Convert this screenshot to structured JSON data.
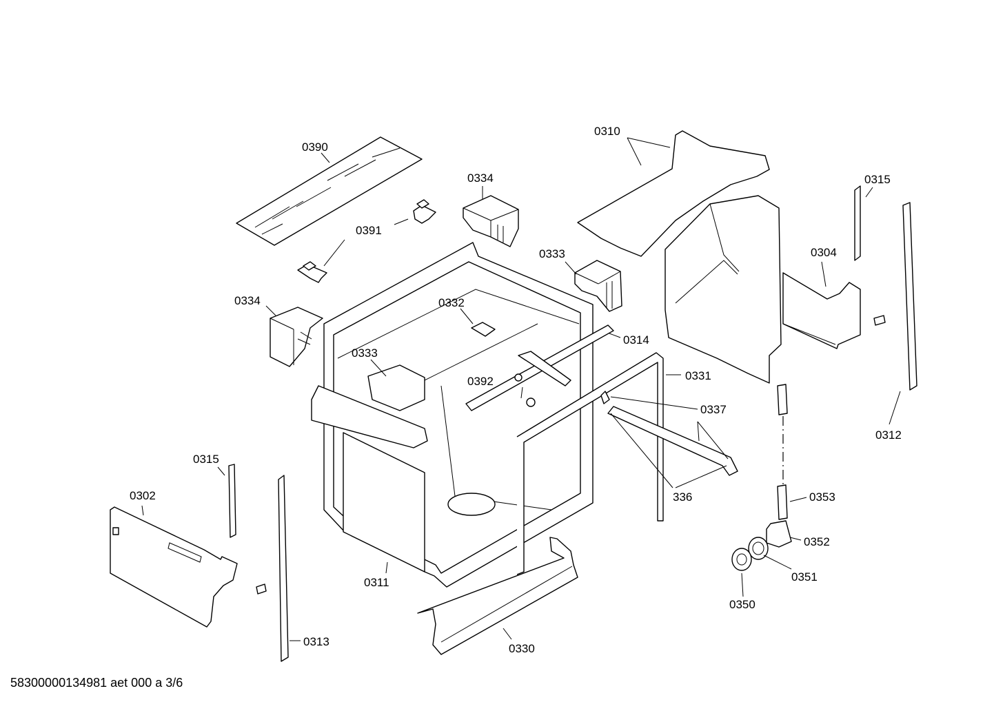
{
  "diagram": {
    "document_id": "58300000134981 aet 000 a 3/6",
    "callouts": {
      "c0390": "0390",
      "c0391": "0391",
      "c0334a": "0334",
      "c0334b": "0334",
      "c0333a": "0333",
      "c0333b": "0333",
      "c0332": "0332",
      "c0392": "0392",
      "c0310": "0310",
      "c0315a": "0315",
      "c0315b": "0315",
      "c0304": "0304",
      "c0314": "0314",
      "c0331": "0331",
      "c0337": "0337",
      "c336": "336",
      "c0312": "0312",
      "c0353": "0353",
      "c0352": "0352",
      "c0351": "0351",
      "c0350": "0350",
      "c0302": "0302",
      "c0311": "0311",
      "c0313": "0313",
      "c0330": "0330"
    }
  }
}
